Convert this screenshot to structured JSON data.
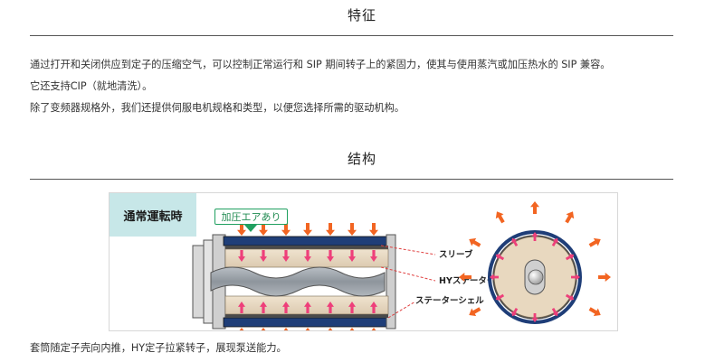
{
  "features": {
    "heading": "特征",
    "lines": [
      "通过打开和关闭供应到定子的压缩空气，可以控制正常运行和 SIP 期间转子上的紧固力，使其与使用蒸汽或加压热水的 SIP 兼容。",
      "它还支持CIP（就地清洗）。",
      "除了变频器规格外，我们还提供伺服电机规格和类型，以便您选择所需的驱动机构。"
    ]
  },
  "structure": {
    "heading": "结构",
    "diagram": {
      "mode_label": "通常運転時",
      "callout": "加圧エアあり",
      "labels": {
        "sleeve": "スリーブ",
        "stator": "HYステーター",
        "shell": "ステーターシェル"
      },
      "colors": {
        "push_arrow": "#f26522",
        "inner_arrow": "#ee3f7a",
        "mode_bg": "#c7e7e8",
        "callout": "#20a060",
        "leader": "#e04040"
      }
    },
    "caption": "套筒随定子壳向内推，HY定子拉紧转子，展现泵送能力。"
  }
}
